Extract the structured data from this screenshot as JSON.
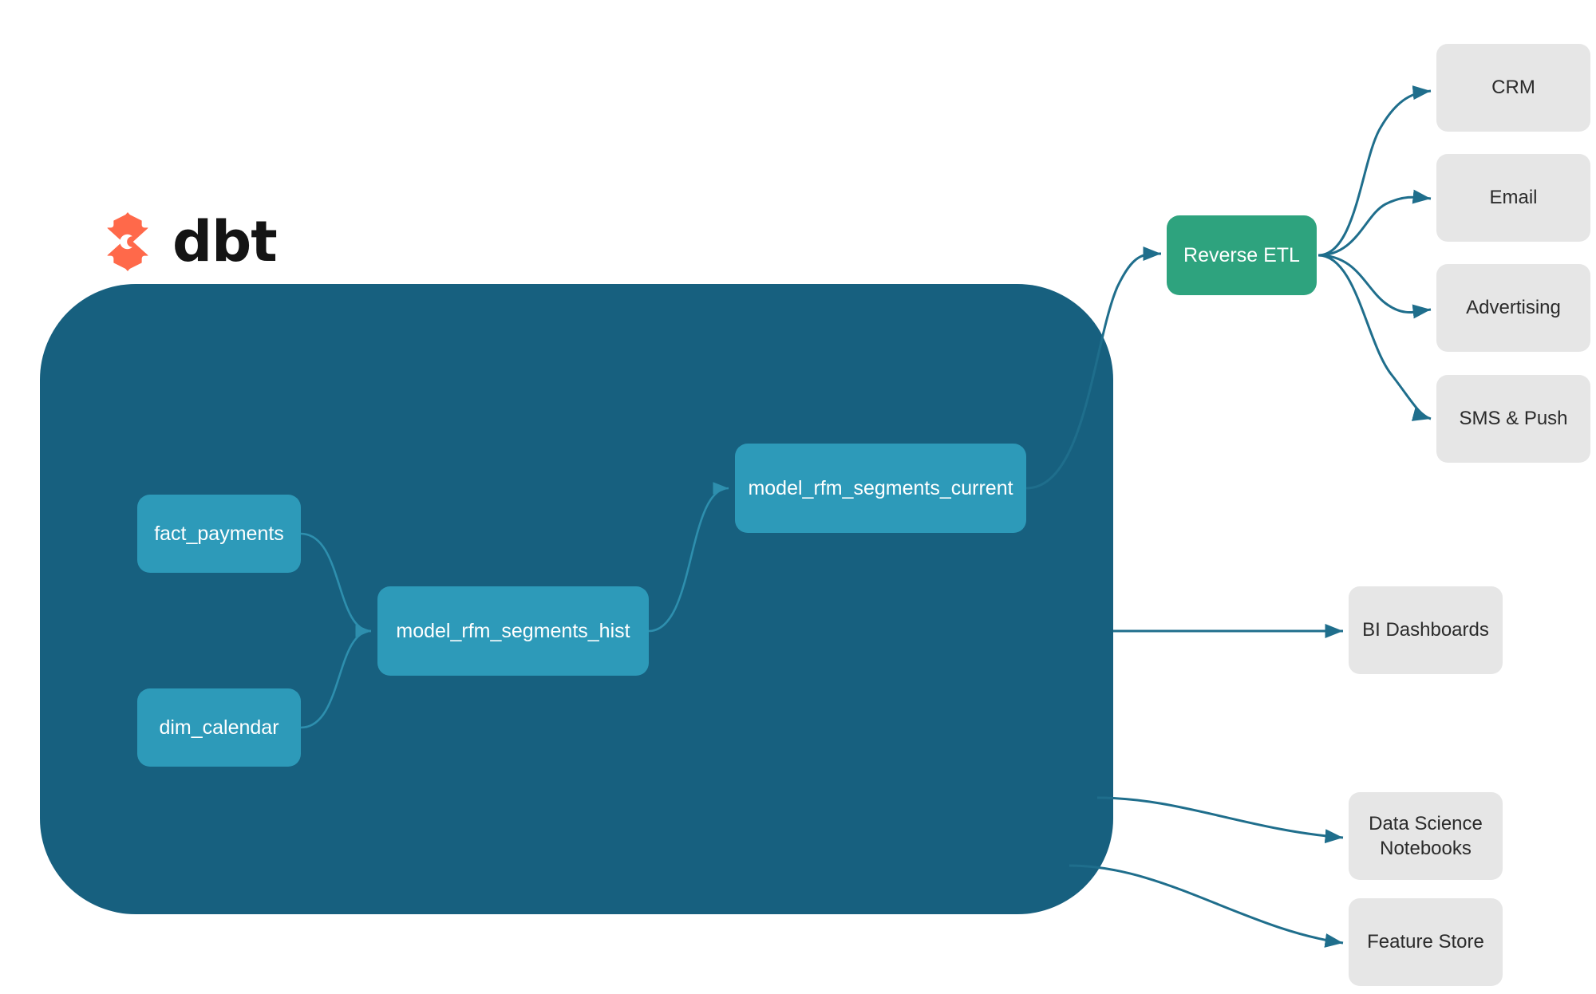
{
  "brand": {
    "logo_icon": "dbt-logo-icon",
    "wordmark": "dbt"
  },
  "colors": {
    "background": "#ffffff",
    "project_container": "#17607F",
    "model_node": "#2D9AB9",
    "reverse_etl_node": "#2EA37E",
    "destination_node": "#E6E6E6",
    "destination_text": "#2B2B2B",
    "node_text": "#ffffff",
    "outer_edge": "#1F6E8C",
    "inner_edge": "#2E8FAE",
    "logo_mark": "#FF694A",
    "wordmark_text": "#141414"
  },
  "project": {
    "container_name": "dbt-project-container",
    "models": [
      {
        "id": "fact_payments",
        "label": "fact_payments"
      },
      {
        "id": "dim_calendar",
        "label": "dim_calendar"
      },
      {
        "id": "model_rfm_segments_hist",
        "label": "model_rfm_segments_hist"
      },
      {
        "id": "model_rfm_segments_current",
        "label": "model_rfm_segments_current"
      }
    ]
  },
  "activation": {
    "reverse_etl": {
      "id": "reverse_etl",
      "label": "Reverse ETL"
    },
    "channels": [
      {
        "id": "crm",
        "label": "CRM"
      },
      {
        "id": "email",
        "label": "Email"
      },
      {
        "id": "advertising",
        "label": "Advertising"
      },
      {
        "id": "sms_push",
        "label": "SMS & Push"
      }
    ]
  },
  "consumers": [
    {
      "id": "bi_dashboards",
      "label": "BI Dashboards"
    },
    {
      "id": "ds_notebooks",
      "label_line1": "Data Science",
      "label_line2": "Notebooks"
    },
    {
      "id": "feature_store",
      "label": "Feature Store"
    }
  ],
  "chart_data": {
    "type": "diagram",
    "title": "dbt RFM segmentation lineage and activation flow",
    "nodes": [
      {
        "id": "fact_payments",
        "label": "fact_payments",
        "group": "dbt-project",
        "kind": "source-model"
      },
      {
        "id": "dim_calendar",
        "label": "dim_calendar",
        "group": "dbt-project",
        "kind": "source-model"
      },
      {
        "id": "model_rfm_segments_hist",
        "label": "model_rfm_segments_hist",
        "group": "dbt-project",
        "kind": "model"
      },
      {
        "id": "model_rfm_segments_current",
        "label": "model_rfm_segments_current",
        "group": "dbt-project",
        "kind": "model"
      },
      {
        "id": "reverse_etl",
        "label": "Reverse ETL",
        "group": "activation",
        "kind": "service"
      },
      {
        "id": "crm",
        "label": "CRM",
        "group": "destinations",
        "kind": "destination"
      },
      {
        "id": "email",
        "label": "Email",
        "group": "destinations",
        "kind": "destination"
      },
      {
        "id": "advertising",
        "label": "Advertising",
        "group": "destinations",
        "kind": "destination"
      },
      {
        "id": "sms_push",
        "label": "SMS & Push",
        "group": "destinations",
        "kind": "destination"
      },
      {
        "id": "bi_dashboards",
        "label": "BI Dashboards",
        "group": "consumers",
        "kind": "consumer"
      },
      {
        "id": "ds_notebooks",
        "label": "Data Science Notebooks",
        "group": "consumers",
        "kind": "consumer"
      },
      {
        "id": "feature_store",
        "label": "Feature Store",
        "group": "consumers",
        "kind": "consumer"
      }
    ],
    "edges": [
      {
        "from": "fact_payments",
        "to": "model_rfm_segments_hist"
      },
      {
        "from": "dim_calendar",
        "to": "model_rfm_segments_hist"
      },
      {
        "from": "model_rfm_segments_hist",
        "to": "model_rfm_segments_current"
      },
      {
        "from": "model_rfm_segments_current",
        "to": "reverse_etl"
      },
      {
        "from": "reverse_etl",
        "to": "crm"
      },
      {
        "from": "reverse_etl",
        "to": "email"
      },
      {
        "from": "reverse_etl",
        "to": "advertising"
      },
      {
        "from": "reverse_etl",
        "to": "sms_push"
      },
      {
        "from": "model_rfm_segments_hist",
        "to": "bi_dashboards"
      },
      {
        "from": "model_rfm_segments_hist",
        "to": "ds_notebooks"
      },
      {
        "from": "model_rfm_segments_hist",
        "to": "feature_store"
      }
    ],
    "groups": [
      {
        "id": "dbt-project",
        "label": "dbt",
        "members": [
          "fact_payments",
          "dim_calendar",
          "model_rfm_segments_hist",
          "model_rfm_segments_current"
        ]
      }
    ]
  }
}
